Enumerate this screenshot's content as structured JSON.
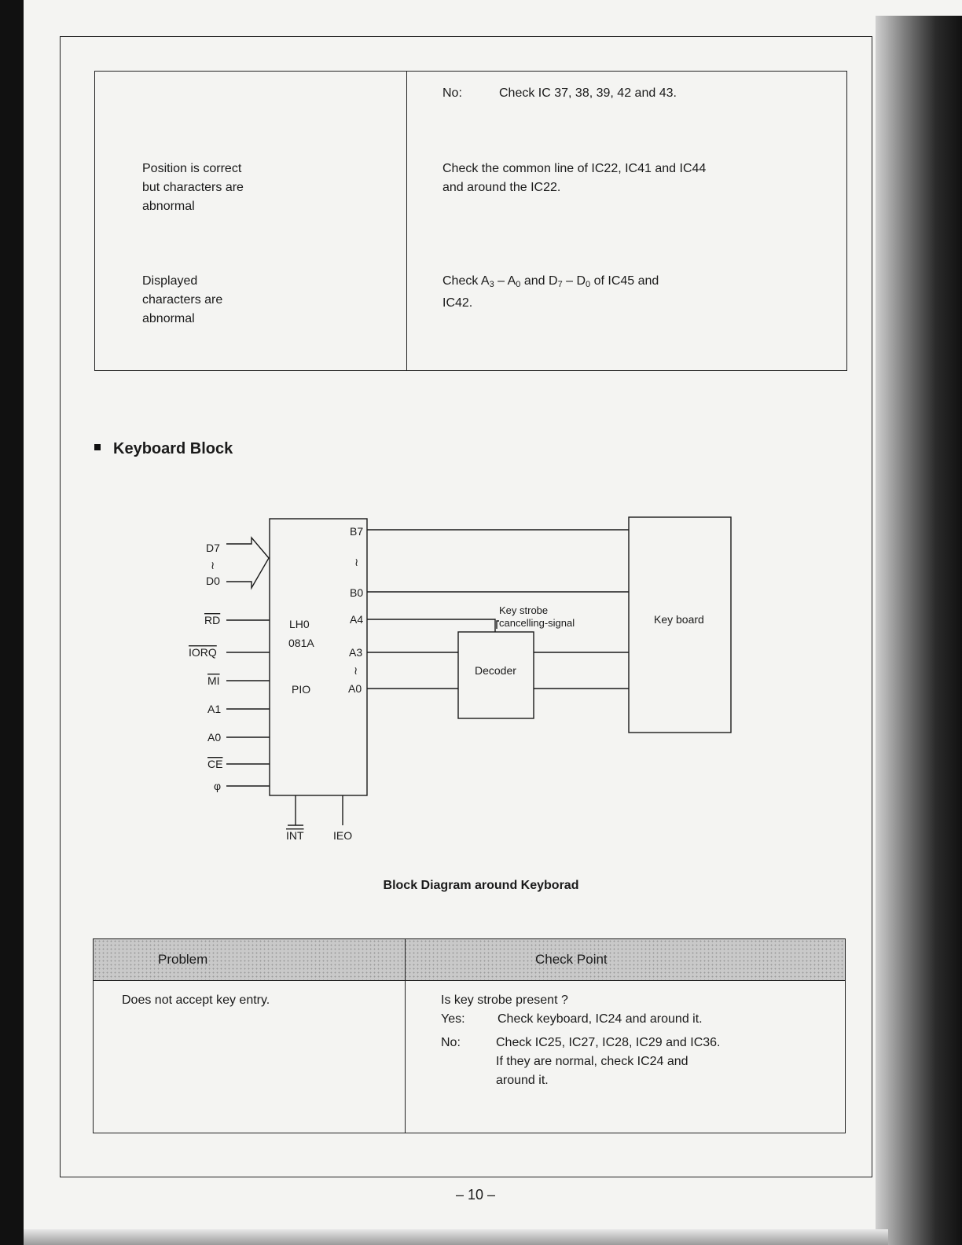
{
  "top_table": {
    "rows": [
      {
        "problem": "",
        "label_no": "No:",
        "check": "Check IC 37, 38, 39, 42 and 43."
      },
      {
        "problem": "Position is correct\nbut characters are\nabnormal",
        "check": "Check the common line of IC22, IC41 and IC44\nand around the IC22."
      },
      {
        "problem": "Displayed\ncharacters are\nabnormal",
        "check_parts": [
          "Check A",
          "3",
          " – A",
          "0",
          " and D",
          "7",
          " – D",
          "0",
          " of IC45 and",
          "IC42."
        ]
      }
    ]
  },
  "section": {
    "title": "Keyboard Block"
  },
  "diagram": {
    "left_pins": [
      "D7",
      "≀",
      "D0",
      "RD",
      "IORQ",
      "MI",
      "A1",
      "A0",
      "CE",
      "φ"
    ],
    "chip_lines": [
      "LH0",
      "081A",
      "PIO"
    ],
    "right_pins": [
      "B7",
      "≀",
      "B0",
      "A4",
      "A3",
      "≀",
      "A0"
    ],
    "bottom_pins": [
      "INT",
      "IEO"
    ],
    "decoder_label": "Decoder",
    "keyboard_label": "Key board",
    "strobe_label_1": "Key strobe",
    "strobe_label_2": "cancelling-signal",
    "caption": "Block Diagram around Keyborad"
  },
  "bottom_table": {
    "header_problem": "Problem",
    "header_check": "Check Point",
    "problem": "Does not accept key entry.",
    "question": "Is key strobe present ?",
    "yes_label": "Yes:",
    "yes_text": "Check keyboard, IC24 and around it.",
    "no_label": "No:",
    "no_text": "Check IC25, IC27, IC28, IC29 and IC36.\nIf they are normal, check IC24 and\naround it."
  },
  "page_number": "– 10 –"
}
